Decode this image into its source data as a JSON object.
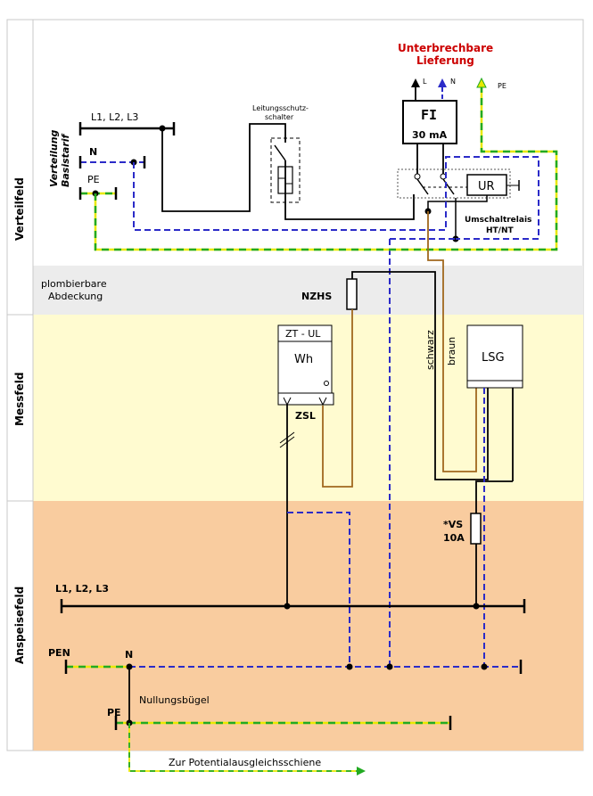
{
  "sections": {
    "verteilfeld": "Verteilfeld",
    "messfeld": "Messfeld",
    "anspeisefeld": "Anspeisefeld"
  },
  "cover": {
    "line1": "plombierbare",
    "line2": "Abdeckung"
  },
  "verteilung": {
    "line1": "Verteilung",
    "line2": "Basistarif",
    "l123": "L1, L2, L3",
    "n": "N",
    "pe": "PE"
  },
  "lsschalter": {
    "line1": "Leitungsschutz-",
    "line2": "schalter"
  },
  "interruptible": {
    "line1": "Unterbrechbare",
    "line2": "Lieferung",
    "l": "L",
    "n": "N",
    "pe": "PE"
  },
  "fi": {
    "title": "FI",
    "rating": "30 mA"
  },
  "relay": {
    "ur": "UR",
    "line1": "Umschaltrelais",
    "line2": "HT/NT"
  },
  "nzhs": "NZHS",
  "meter": {
    "header": "ZT - UL",
    "wh": "Wh",
    "zsl": "ZSL"
  },
  "wires": {
    "schwarz": "schwarz",
    "braun": "braun"
  },
  "lsg": "LSG",
  "fuse": {
    "line1": "*VS",
    "line2": "10A"
  },
  "feed": {
    "l123": "L1, L2, L3",
    "pen": "PEN",
    "n": "N",
    "pe": "PE",
    "nullungsbuegel": "Nullungsbügel",
    "potential": "Zur Potentialausgleichsschiene"
  },
  "colors": {
    "phase": "#000000",
    "neutral": "#2b2bc8",
    "earth_green": "#22aa22",
    "earth_yellow": "#e8e800",
    "brown": "#a0681e",
    "title_red": "#cc0000",
    "messfeld_bg": "#fffbd0",
    "anspeisefeld_bg": "#f9cc9f",
    "cover_bg": "#ececec"
  }
}
